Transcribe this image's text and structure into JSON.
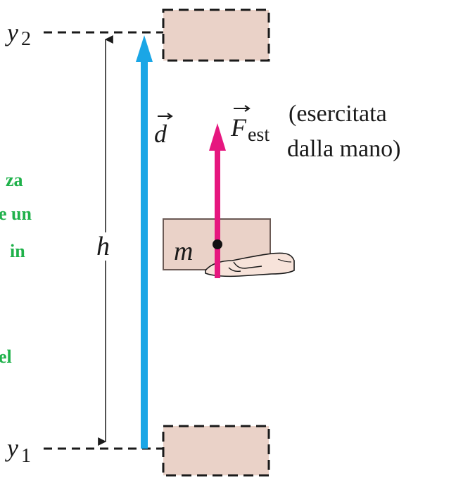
{
  "labels": {
    "y2_var": "y",
    "y2_sub": "2",
    "y1_var": "y",
    "y1_sub": "1",
    "h": "h",
    "d": "d",
    "m": "m",
    "F": "F",
    "F_sub": "est",
    "note_line1": "(esercitata",
    "note_line2": "dalla mano)"
  },
  "clipped_text": {
    "line1": "za",
    "line2": "e un",
    "line3": "in",
    "line4": "el"
  },
  "colors": {
    "displacement_arrow": "#1aa6e6",
    "force_arrow": "#e6177f",
    "block_fill": "#ead2c8",
    "dashed": "#1a1a1a",
    "overlay_text": "#1fb14a"
  }
}
